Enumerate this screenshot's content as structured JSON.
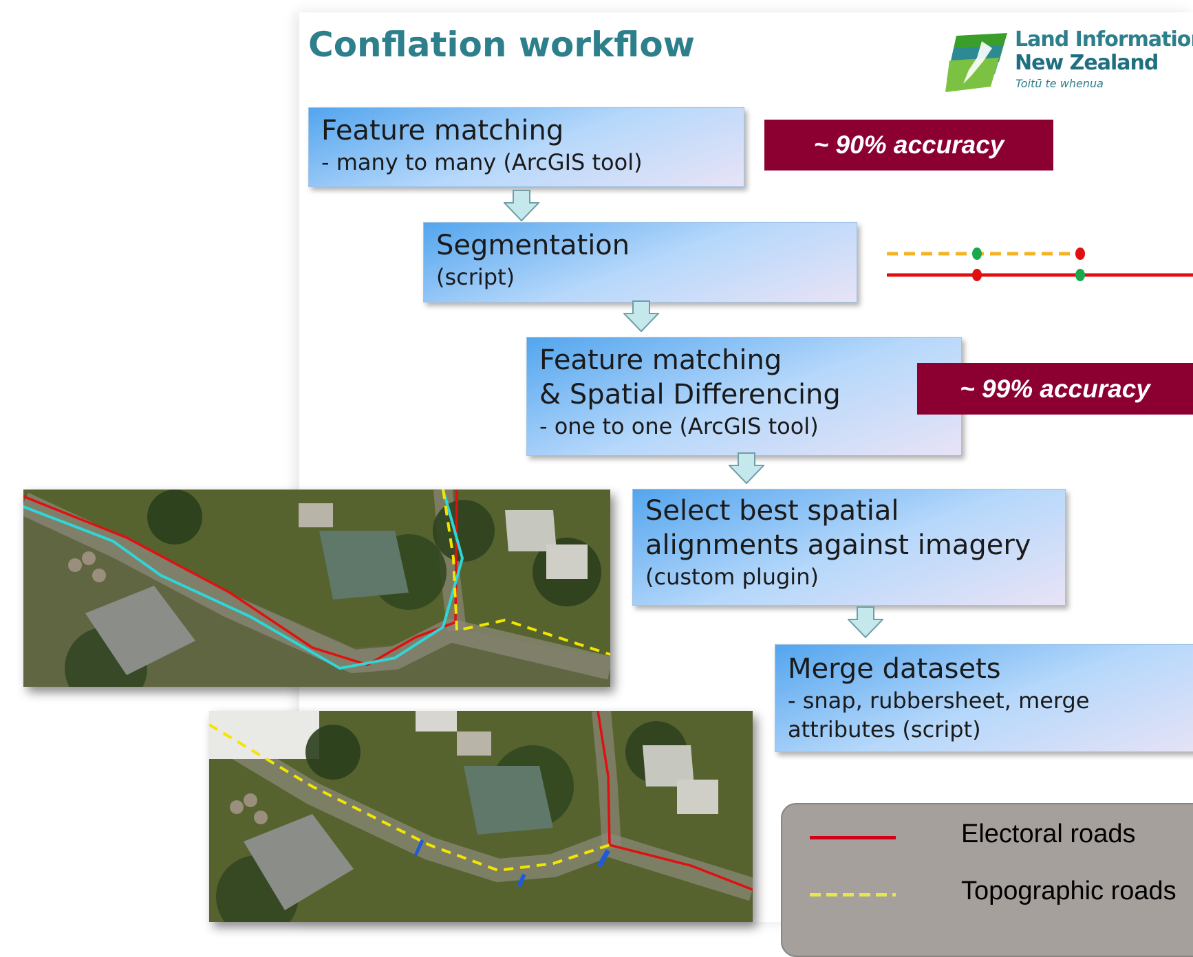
{
  "title": "Conflation workflow",
  "logo": {
    "line1": "Land Information",
    "line2": "New Zealand",
    "line3": "Toitū te whenua"
  },
  "steps": [
    {
      "title": "Feature matching",
      "subtitle": "- many  to many  (ArcGIS tool)"
    },
    {
      "title": "Segmentation",
      "subtitle": "(script)"
    },
    {
      "title_line1": "Feature matching",
      "title_line2": "& Spatial Differencing",
      "subtitle": "- one  to one (ArcGIS  tool)"
    },
    {
      "title_line1": "Select best spatial",
      "title_line2": "alignments against imagery",
      "subtitle": "(custom plugin)"
    },
    {
      "title": "Merge datasets",
      "subtitle_line1": "- snap, rubbersheet, merge",
      "subtitle_line2": "attributes (script)"
    }
  ],
  "badges": [
    {
      "text": "~ 90% accuracy"
    },
    {
      "text": "~ 99% accuracy"
    }
  ],
  "legend": [
    {
      "label": "Electoral roads",
      "style": "solid",
      "color": "#d0021b"
    },
    {
      "label": "Topographic roads",
      "style": "dashed",
      "color": "#e8e64c"
    }
  ],
  "colors": {
    "title": "#2e7f8c",
    "badge": "#8b0031",
    "electoral_road": "#d0021b",
    "topographic_road": "#f2e600",
    "candidate_road": "#2fd6d8",
    "segment_point_green": "#1aa84c"
  }
}
